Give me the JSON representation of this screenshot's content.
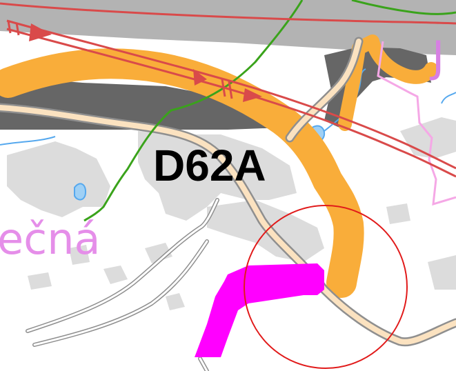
{
  "map": {
    "labels": {
      "road_code": "D62A",
      "town_partial": "ečná",
      "edge_letter": "J"
    },
    "colors": {
      "background": "#ffffff",
      "gray_band": "#b3b3b3",
      "dark_band": "#666666",
      "settlement": "#dcdcdc",
      "orange_route": "#f9ad3a",
      "magenta_area": "#ff00ff",
      "road_fill": "#fbe2c0",
      "road_edge": "#8f8f8f",
      "red_line": "#d94a4a",
      "green_line": "#3aa31b",
      "pink_line": "#f5a8e6",
      "water": "#55a8ee",
      "circle": "#e11a1a"
    }
  }
}
